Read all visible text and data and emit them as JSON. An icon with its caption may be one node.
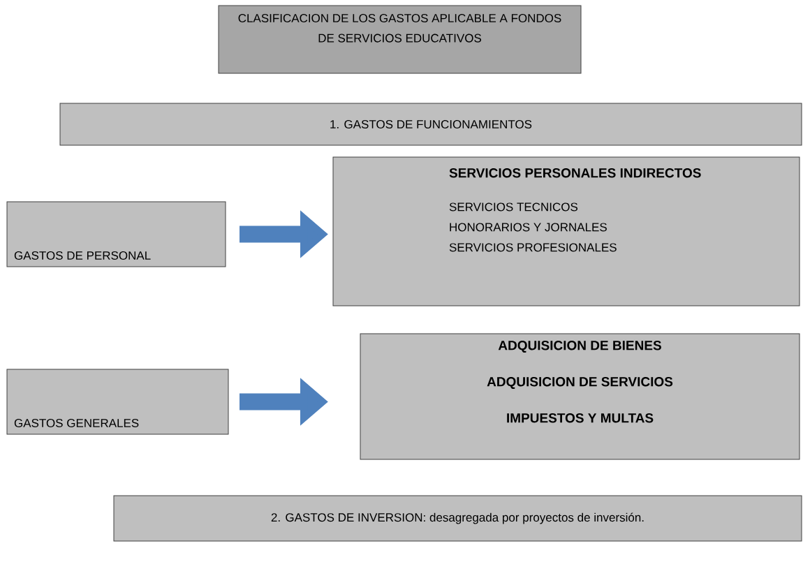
{
  "diagram": {
    "nodes": [
      {
        "text": [
          "CLASIFICACION DE LOS GASTOS APLICABLE A FONDOS DE SERVICIOS EDUCATIVOS"
        ]
      },
      {
        "text": [
          "1. GASTOS DE FUNCIONAMIENTOS"
        ]
      },
      {
        "text": [
          "GASTOS DE PERSONAL"
        ]
      },
      {
        "text": [
          "SERVICIOS PERSONALES INDIRECTOS",
          "SERVICIOS TECNICOS",
          "HONORARIOS Y JORNALES",
          "SERVICIOS PROFESIONALES"
        ]
      },
      {
        "text": [
          "GASTOS GENERALES"
        ]
      },
      {
        "text": [
          "ADQUISICION DE BIENES",
          "ADQUISICION DE SERVICIOS",
          "IMPUESTOS Y MULTAS"
        ]
      },
      {
        "text": [
          "2. GASTOS DE INVERSION: desagregada por proyectos de inversión."
        ]
      }
    ],
    "edges": [
      {
        "from": 2,
        "to": 3,
        "arrow": "to"
      },
      {
        "from": 4,
        "to": 5,
        "arrow": "to"
      }
    ]
  }
}
